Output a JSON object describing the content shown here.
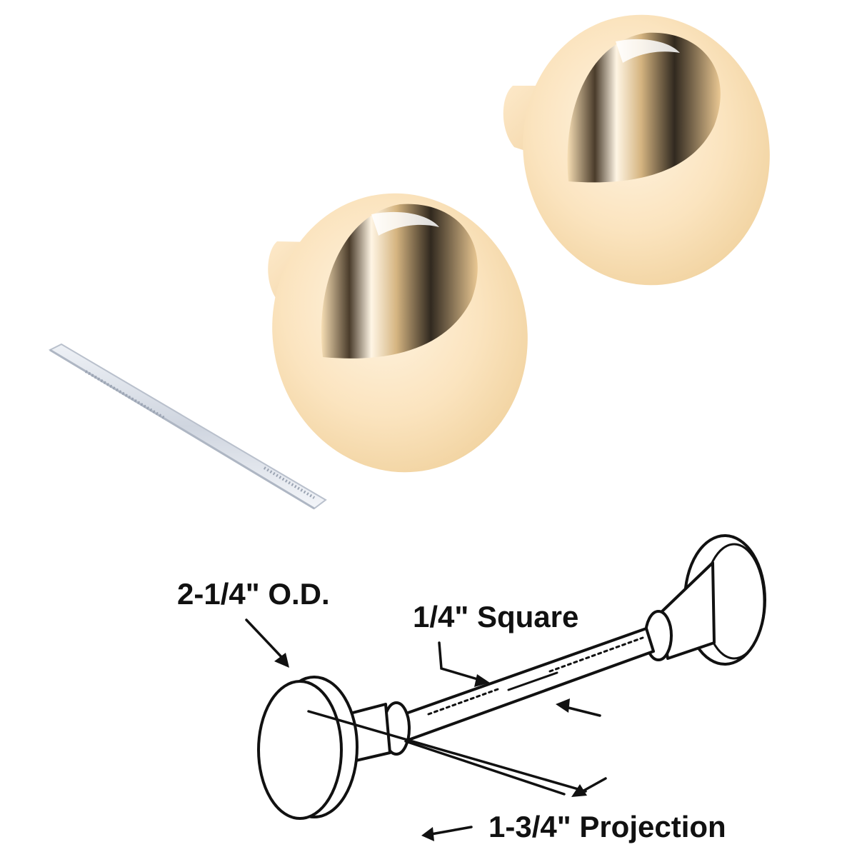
{
  "diagram": {
    "labels": {
      "outer_diameter": "2-1/4\" O.D.",
      "spindle_square": "1/4\" Square",
      "projection": "1-3/4\" Projection"
    }
  },
  "colors": {
    "brass_light": "#fbe7c6",
    "brass_mid": "#f3d3a1",
    "brass_dark": "#2a2118",
    "spindle": "#dfe3ea",
    "line": "#111111",
    "background": "#ffffff"
  }
}
